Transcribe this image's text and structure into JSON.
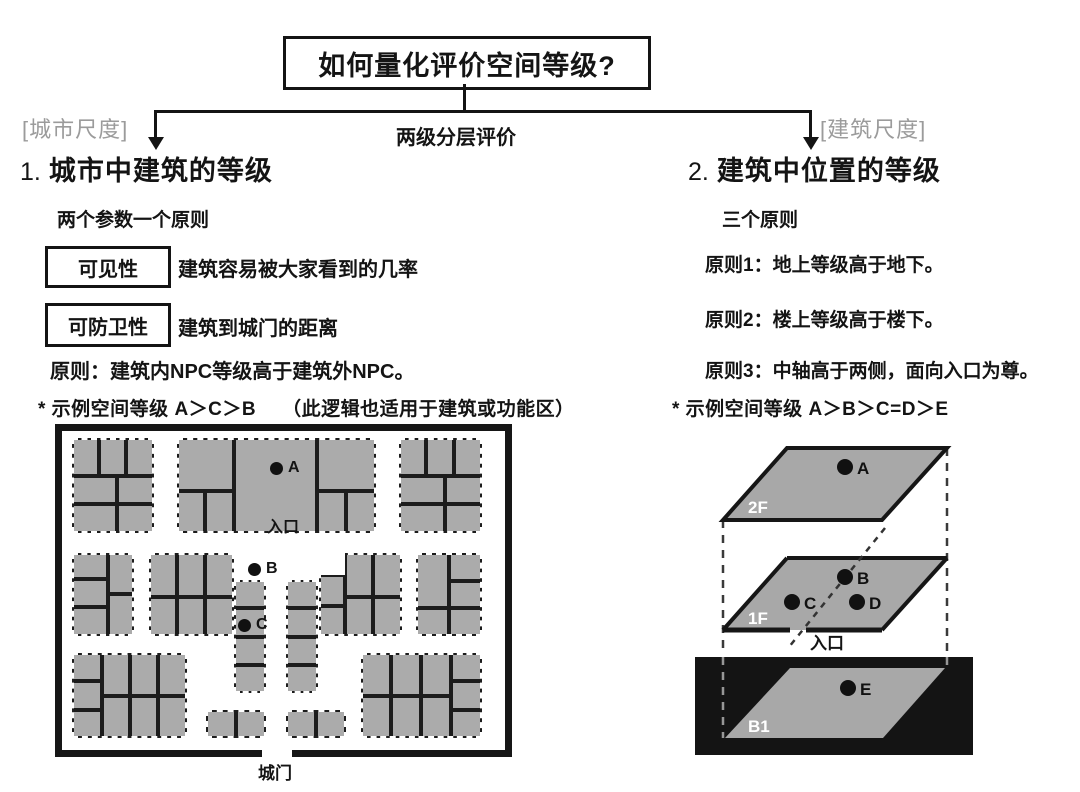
{
  "title": "如何量化评价空间等级?",
  "branch": {
    "label": "两级分层评价",
    "left_scale": "[城市尺度]",
    "right_scale": "[建筑尺度]"
  },
  "left": {
    "heading_num": "1.",
    "heading": "城市中建筑的等级",
    "subtitle": "两个参数一个原则",
    "params": [
      {
        "term": "可见性",
        "desc": "建筑容易被大家看到的几率"
      },
      {
        "term": "可防卫性",
        "desc": "建筑到城门的距离"
      }
    ],
    "principle": "原则：建筑内NPC等级高于建筑外NPC。",
    "example": "* 示例空间等级 A＞C＞B",
    "example_note": "（此逻辑也适用于建筑或功能区）",
    "map": {
      "entrance": "入口",
      "gate": "城门",
      "points": {
        "a": "A",
        "b": "B",
        "c": "C"
      }
    }
  },
  "right": {
    "heading_num": "2.",
    "heading": "建筑中位置的等级",
    "subtitle": "三个原则",
    "principles": [
      "原则1：地上等级高于地下。",
      "原则2：楼上等级高于楼下。",
      "原则3：中轴高于两侧，面向入口为尊。"
    ],
    "example": "* 示例空间等级 A＞B＞C=D＞E",
    "diagram": {
      "floor2": "2F",
      "floor1": "1F",
      "basement": "B1",
      "entrance": "入口",
      "points": {
        "a": "A",
        "b": "B",
        "c": "C",
        "d": "D",
        "e": "E"
      }
    }
  },
  "colors": {
    "building": "#ababab",
    "line": "#1a1a1a",
    "muted": "#9b9b9b",
    "basement_bg": "#141414",
    "floor_gray": "#a8a8a8"
  }
}
